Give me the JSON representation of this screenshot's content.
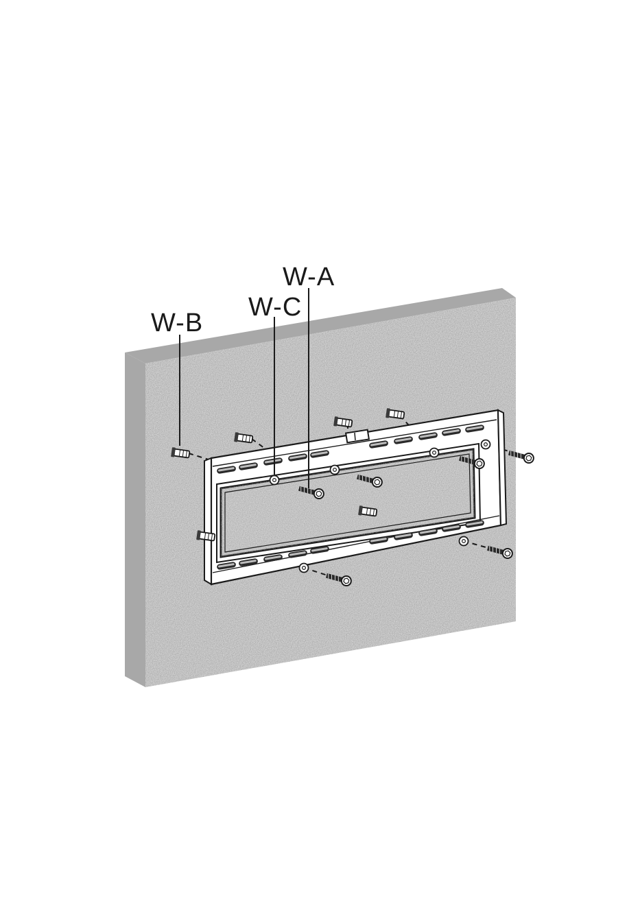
{
  "labels": {
    "wall_anchor_b": "W-B",
    "wall_washer_c": "W-C",
    "wall_screw_a": "W-A"
  },
  "colors": {
    "wall_face": "#d3d3d3",
    "wall_edge": "#a8a8a8",
    "bracket": "#ffffff",
    "line": "#1a1a1a"
  },
  "icons": [
    "wall-anchor-icon",
    "washer-icon",
    "lag-screw-icon",
    "bubble-level-icon"
  ]
}
